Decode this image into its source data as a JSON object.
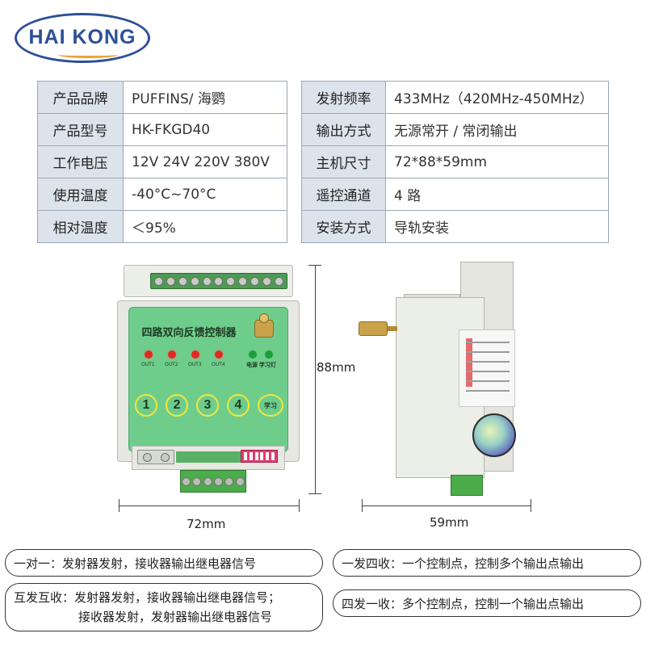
{
  "brand": {
    "logo_text": "HAI KONG"
  },
  "specs_left": [
    {
      "label": "产品品牌",
      "value": "PUFFINS/ 海鹦"
    },
    {
      "label": "产品型号",
      "value": "HK-FKGD40"
    },
    {
      "label": "工作电压",
      "value": "12V 24V 220V 380V"
    },
    {
      "label": "使用温度",
      "value": "-40°C~70°C"
    },
    {
      "label": "相对温度",
      "value": "＜95%"
    }
  ],
  "specs_right": [
    {
      "label": "发射频率",
      "value": "433MHz（420MHz-450MHz）"
    },
    {
      "label": "输出方式",
      "value": "无源常开 / 常闭输出"
    },
    {
      "label": "主机尺寸",
      "value": "72*88*59mm"
    },
    {
      "label": "遥控通道",
      "value": "4 路"
    },
    {
      "label": "安装方式",
      "value": "导轨安装"
    }
  ],
  "device": {
    "title": "四路双向反馈控制器",
    "outputs": [
      "OUT1",
      "OUT2",
      "OUT3",
      "OUT4"
    ],
    "power_label": "电源",
    "learn_led_label": "学习灯",
    "buttons": [
      "1",
      "2",
      "3",
      "4"
    ],
    "learn_button": "学习"
  },
  "dimensions": {
    "height": "88mm",
    "width": "72mm",
    "depth": "59mm"
  },
  "notes": {
    "one_to_one": "一对一：发射器发射，接收器输出继电器信号",
    "one_to_four": "一发四收：一个控制点，控制多个输出点输出",
    "mutual_line1": "互发互收：发射器发射，接收器输出继电器信号；",
    "mutual_line2": "接收器发射，发射器输出继电器信号",
    "four_to_one": "四发一收：多个控制点，控制一个输出点输出"
  },
  "colors": {
    "brand_blue": "#2c4f97",
    "brand_orange": "#e8a43a",
    "panel_green": "#6fcd8c",
    "led_red": "#e02a24",
    "led_green": "#1f9b3b"
  }
}
